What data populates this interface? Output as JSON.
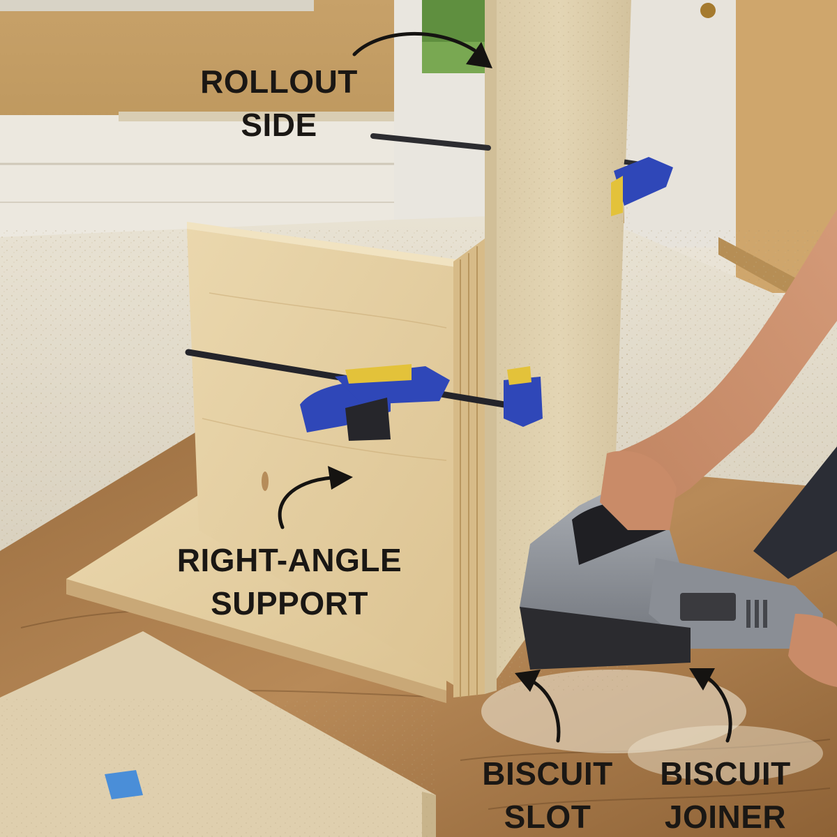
{
  "labels": {
    "rollout_side": [
      "ROLLOUT",
      "SIDE"
    ],
    "right_angle_support": [
      "RIGHT-ANGLE",
      "SUPPORT"
    ],
    "biscuit_slot": [
      "BISCUIT",
      "SLOT"
    ],
    "biscuit_joiner": [
      "BISCUIT",
      "JOINER"
    ]
  },
  "colors": {
    "label_text": "#1a1714",
    "clamp_blue": "#2f47b8",
    "clamp_yellow": "#e3c23a",
    "particleboard": "#ddcfae",
    "plywood": "#e6d2a4",
    "workbench": "#8a5e34",
    "floor": "#e4ddcc",
    "wall": "#c9a46a",
    "tool_gray": "#8b8f96"
  }
}
